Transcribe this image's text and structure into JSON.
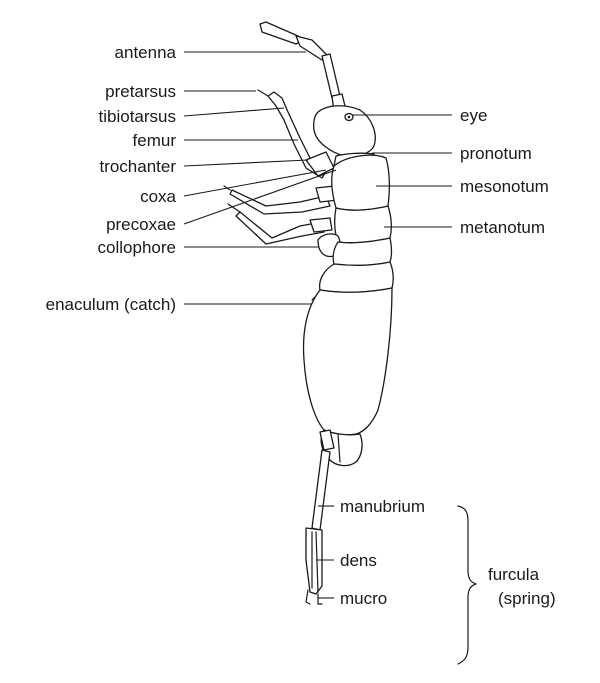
{
  "labels": {
    "antenna": "antenna",
    "pretarsus": "pretarsus",
    "tibiotarsus": "tibiotarsus",
    "femur": "femur",
    "trochanter": "trochanter",
    "coxa": "coxa",
    "precoxae": "precoxae",
    "collophore": "collophore",
    "enaculum": "enaculum (catch)",
    "eye": "eye",
    "pronotum": "pronotum",
    "mesonotum": "mesonotum",
    "metanotum": "metanotum",
    "manubrium": "manubrium",
    "dens": "dens",
    "mucro": "mucro",
    "furcula": "furcula",
    "spring": "(spring)"
  },
  "colors": {
    "ink": "#1a1a1a",
    "background": "#ffffff"
  }
}
